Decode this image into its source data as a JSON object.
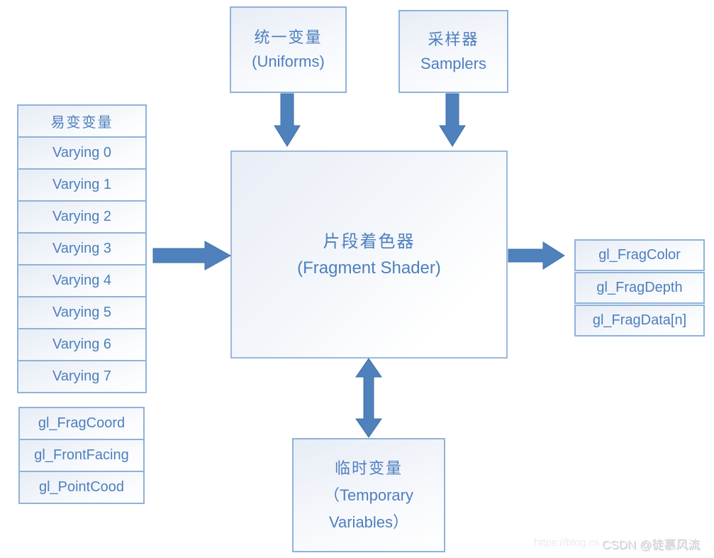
{
  "diagram": {
    "colors": {
      "box_border": "#8fb2da",
      "box_fill_light": "#e7ecf5",
      "text_blue": "#4d7fbe",
      "arrow_fill": "#4f81bd",
      "arrow_stroke": "#3f72a8"
    },
    "top_boxes": [
      {
        "lines": [
          "统一变量",
          "(Uniforms)"
        ]
      },
      {
        "lines": [
          "采样器",
          "Samplers"
        ]
      }
    ],
    "left_stack": {
      "header": "易变变量",
      "items": [
        "Varying 0",
        "Varying 1",
        "Varying 2",
        "Varying 3",
        "Varying 4",
        "Varying 5",
        "Varying 6",
        "Varying 7"
      ]
    },
    "builtin_inputs": [
      "gl_FragCoord",
      "gl_FrontFacing",
      "gl_PointCood"
    ],
    "center_box": {
      "lines": [
        "片段着色器",
        "(Fragment Shader)"
      ]
    },
    "outputs": [
      "gl_FragColor",
      "gl_FragDepth",
      "gl_FragData[n]"
    ],
    "bottom_box": {
      "lines": [
        "临时变量",
        "（Temporary",
        "Variables）"
      ]
    }
  },
  "watermark": {
    "url_text": "https://blog.cs",
    "handle_text": "CSDN @徒慕风流"
  }
}
